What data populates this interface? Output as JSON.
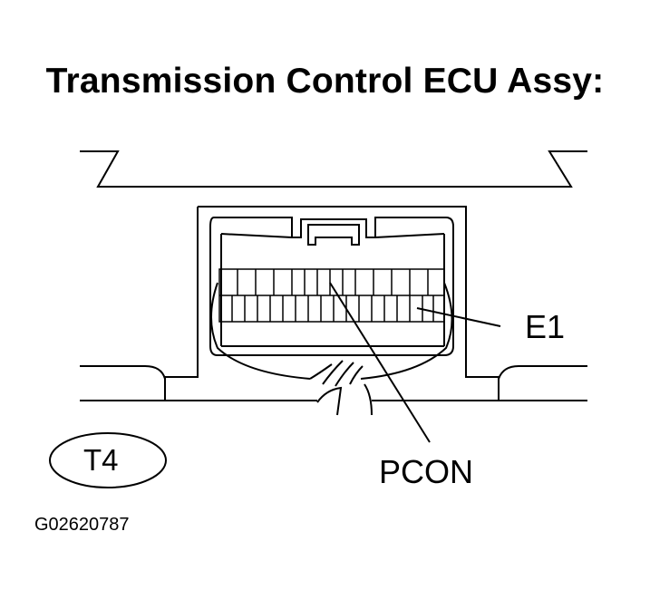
{
  "title": "Transmission Control ECU Assy:",
  "connector_code": "T4",
  "labels": {
    "e1": "E1",
    "pcon": "PCON"
  },
  "figure_id": "G02620787"
}
